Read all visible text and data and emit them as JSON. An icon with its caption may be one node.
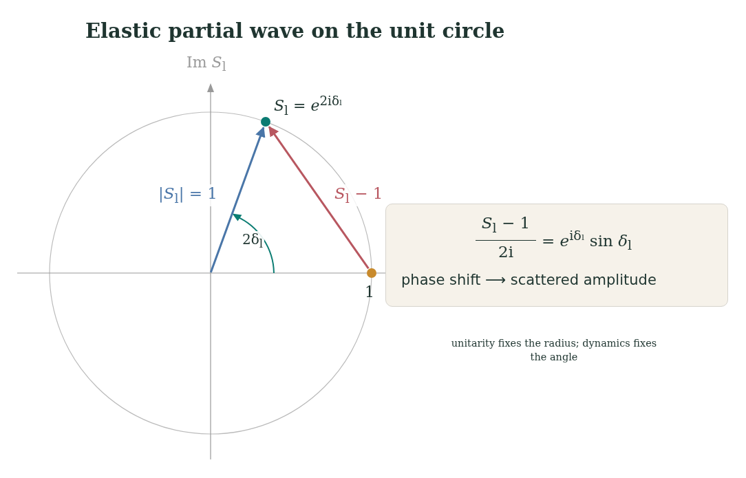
{
  "diagram": {
    "title": "Elastic partial wave on the unit circle",
    "nodes": [
      {
        "text": [],
        "shape": "circle",
        "beside": [
          "*S*$_{l}$ = *e*$^{2iδₗ}$"
        ]
      },
      {
        "text": [],
        "shape": "circle",
        "beside": [
          "1"
        ]
      },
      {
        "text": [
          "*S*$_{l}$ − 1",
          "2i",
          "= *e*$^{iδₗ}$ sin *δ*$_{l}$",
          "phase shift ⟶ scattered amplitude"
        ]
      }
    ],
    "edges": [
      {
        "from": null,
        "to": 0,
        "arrow": "to",
        "label": "|*S*$_{l}$| = 1",
        "color": "#4a76a8"
      },
      {
        "from": 1,
        "to": 0,
        "arrow": "to",
        "label": "*S*$_{l}$ − 1",
        "color": "#b85760"
      }
    ],
    "labels": [
      "Im *S*$_{l}$",
      "2δ$_{l}$",
      "unitarity fixes the radius; dynamics fixes the angle"
    ]
  }
}
